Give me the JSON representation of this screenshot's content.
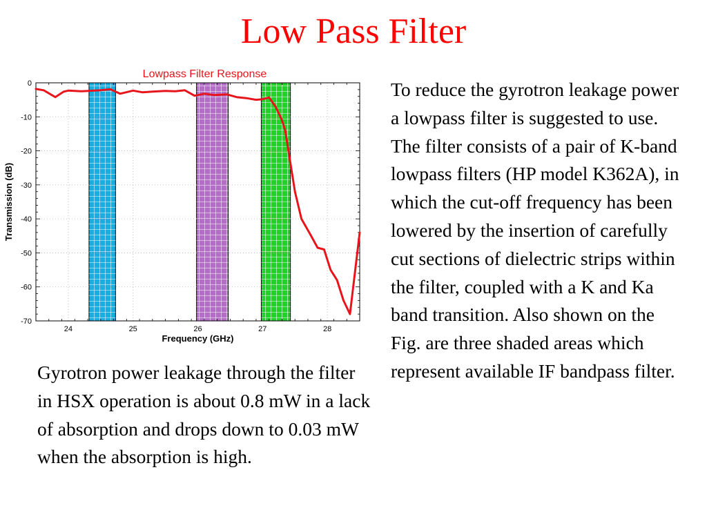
{
  "slide": {
    "title": "Low Pass Filter",
    "right_paragraph": "To reduce the gyrotron leakage power a lowpass filter is suggested to use. The filter consists of a pair of K-band lowpass filters (HP model K362A), in which the cut-off frequency has been lowered by the insertion of carefully cut sections of dielectric strips within the filter, coupled with a K and Ka band transition. Also shown on the Fig. are three shaded areas which represent available IF bandpass filter.",
    "left_paragraph": "Gyrotron power leakage through the filter in HSX operation is about 0.8 mW in a lack of absorption and drops down to 0.03 mW when the absorption is high."
  },
  "colors": {
    "title": "#ff0000",
    "line": "#e8141c",
    "band_cyan": "#19aee0",
    "band_purple": "#b46ec8",
    "band_green": "#22d22a"
  },
  "chart_data": {
    "type": "line",
    "title": "Lowpass Filter Response",
    "xlabel": "Frequency (GHz)",
    "ylabel": "Transmission (dB)",
    "xlim": [
      23.5,
      28.5
    ],
    "ylim": [
      -70,
      0
    ],
    "xticks": [
      {
        "value": 24,
        "label": "24"
      },
      {
        "value": 25,
        "label": "25"
      },
      {
        "value": 26,
        "label": "26"
      },
      {
        "value": 27,
        "label": "27"
      },
      {
        "value": 28,
        "label": "28"
      }
    ],
    "yticks": [
      {
        "value": 0,
        "label": "0"
      },
      {
        "value": -10,
        "label": "-10"
      },
      {
        "value": -20,
        "label": "-20"
      },
      {
        "value": -30,
        "label": "-30"
      },
      {
        "value": -40,
        "label": "-40"
      },
      {
        "value": -50,
        "label": "-50"
      },
      {
        "value": -60,
        "label": "-60"
      },
      {
        "value": -70,
        "label": "-70"
      }
    ],
    "grid": true,
    "shaded_bands": [
      {
        "x0": 24.32,
        "x1": 24.73,
        "color_key": "band_cyan"
      },
      {
        "x0": 25.98,
        "x1": 26.47,
        "color_key": "band_purple"
      },
      {
        "x0": 26.98,
        "x1": 27.43,
        "color_key": "band_green"
      }
    ],
    "series": [
      {
        "x": [
          23.5,
          23.62,
          23.8,
          23.93,
          24.0,
          24.2,
          24.5,
          24.65,
          24.8,
          25.0,
          25.15,
          25.3,
          25.5,
          25.65,
          25.8,
          25.95,
          26.1,
          26.25,
          26.45,
          26.6,
          26.75,
          26.9,
          27.0,
          27.1,
          27.2,
          27.3,
          27.35,
          27.5,
          27.6,
          27.75,
          27.85,
          27.95,
          28.05,
          28.15,
          28.25,
          28.35,
          28.5
        ],
        "y": [
          -1.8,
          -2.2,
          -4.2,
          -2.6,
          -2.3,
          -2.5,
          -2.2,
          -1.9,
          -3.2,
          -2.3,
          -2.8,
          -2.6,
          -2.4,
          -2.5,
          -2.2,
          -3.8,
          -3.2,
          -3.6,
          -3.4,
          -4.2,
          -4.5,
          -5.0,
          -4.8,
          -4.3,
          -7.0,
          -11.0,
          -14.0,
          -32.0,
          -40.0,
          -45.0,
          -48.5,
          -49.0,
          -55.0,
          -58.0,
          -64.0,
          -68.0,
          -44.0
        ]
      }
    ]
  }
}
